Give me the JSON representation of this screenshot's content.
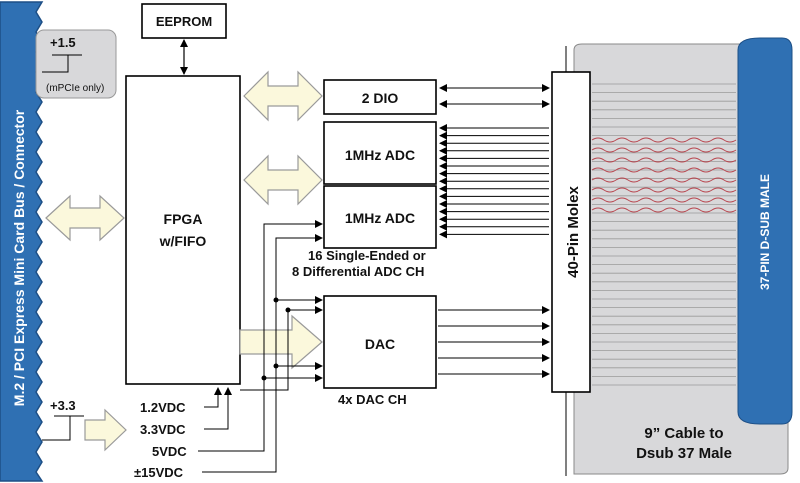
{
  "colors": {
    "bus": "#2f70b3",
    "bus_edge": "#1d4f86",
    "arrow_fill": "#fbf8dc",
    "arrow_stroke": "#9a9a9a",
    "cable_panel": "#d8d8da",
    "twist": "#b8454e",
    "connector": "#2f70b3"
  },
  "bus": {
    "label": "M.2 / PCI Express Mini Card Bus / Connector"
  },
  "power_inputs": {
    "v15": {
      "label": "+1.5",
      "note": "(mPCIe only)"
    },
    "v33": {
      "label": "+3.3"
    }
  },
  "blocks": {
    "eeprom": "EEPROM",
    "fpga_line1": "FPGA",
    "fpga_line2": "w/FIFO",
    "dio": "2 DIO",
    "adc1": "1MHz ADC",
    "adc2": "1MHz ADC",
    "dac": "DAC",
    "molex": "40-Pin Molex",
    "dsub": "37-PIN D-SUB MALE"
  },
  "labels": {
    "adc_ch_line1": "16 Single-Ended or",
    "adc_ch_line2": "8 Differential ADC CH",
    "dac_ch": "4x DAC CH",
    "cable_line1": "9” Cable to",
    "cable_line2": "Dsub 37 Male"
  },
  "rails": [
    "1.2VDC",
    "3.3VDC",
    "5VDC",
    "±15VDC"
  ]
}
